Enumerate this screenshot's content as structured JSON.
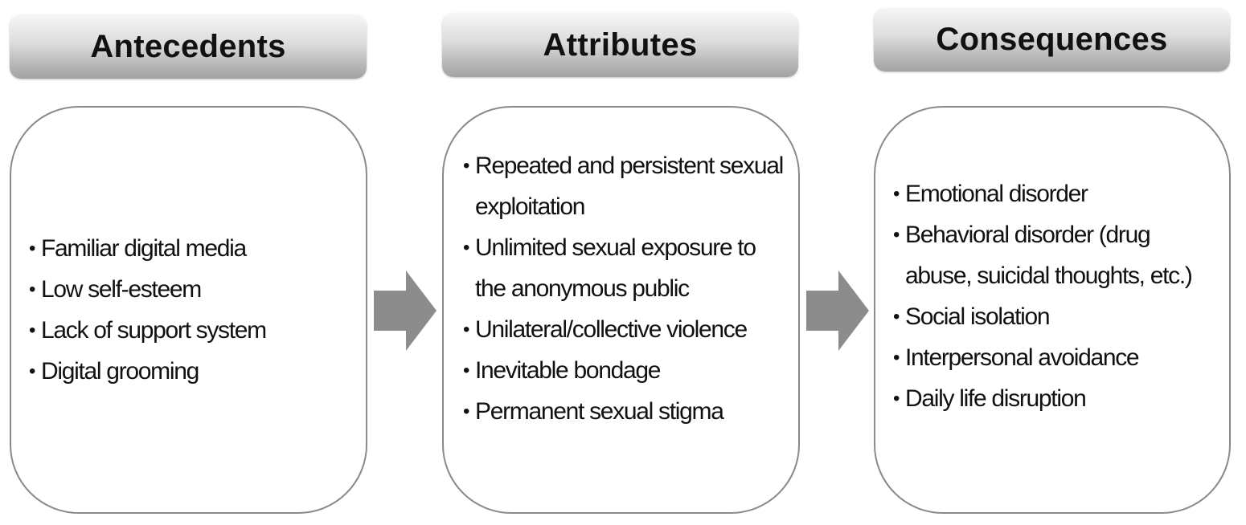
{
  "headers": {
    "antecedents": "Antecedents",
    "attributes": "Attributes",
    "consequences": "Consequences"
  },
  "antecedents": {
    "items": [
      "Familiar digital media",
      "Low self-esteem",
      "Lack of support system",
      "Digital grooming"
    ]
  },
  "attributes": {
    "items": [
      "Repeated and persistent sexual exploitation",
      "Unlimited sexual exposure to the anonymous public",
      "Unilateral/collective violence",
      "Inevitable bondage",
      "Permanent sexual stigma"
    ]
  },
  "consequences": {
    "items": [
      "Emotional disorder",
      "Behavioral disorder (drug abuse, suicidal thoughts, etc.)",
      "Social isolation",
      "Interpersonal avoidance",
      "Daily life disruption"
    ]
  },
  "colors": {
    "arrow": "#8c8c8c",
    "panel_border": "#8a8a8a",
    "header_gradient_top": "#f7f7f7",
    "header_gradient_bottom": "#a3a3a3",
    "text": "#111111"
  },
  "icons": {
    "flow_arrow": "right-arrow-icon"
  }
}
